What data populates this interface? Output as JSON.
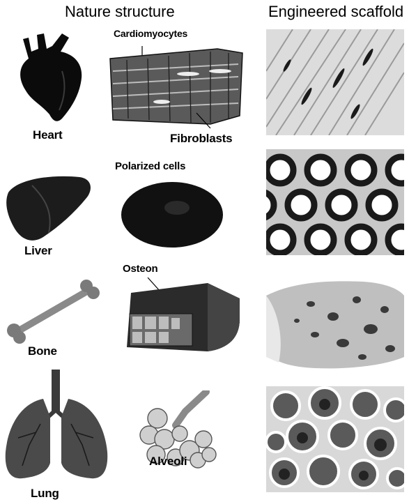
{
  "headers": {
    "nature": "Nature structure",
    "engineered": "Engineered scaffold"
  },
  "rows": [
    {
      "organ": "Heart",
      "cell_top": "Cardiomyocytes",
      "cell_bottom": "Fibroblasts"
    },
    {
      "organ": "Liver",
      "cell_top": "Polarized cells"
    },
    {
      "organ": "Bone",
      "cell_top": "Osteon"
    },
    {
      "organ": "Lung",
      "cell_bottom": "Alveoli"
    }
  ]
}
